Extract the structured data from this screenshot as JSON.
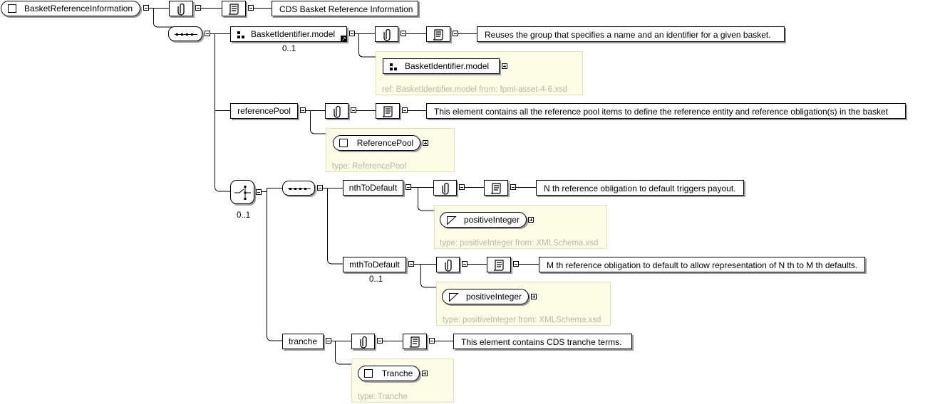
{
  "root": {
    "name": "BasketReferenceInformation",
    "doc": "CDS Basket Reference Information"
  },
  "basketIdentifier": {
    "name": "BasketIdentifier.model",
    "occurs": "0..1",
    "doc": "Reuses the group that specifies a name and an identifier for a given basket.",
    "group_ref": "BasketIdentifier.model",
    "ref_note": "ref: BasketIdentifier.model from: fpml-asset-4-6.xsd"
  },
  "referencePool": {
    "name": "referencePool",
    "doc": "This element contains all the reference pool items to define the reference entity and reference obligation(s) in the basket",
    "type_name": "ReferencePool",
    "type_note": "type: ReferencePool"
  },
  "choice": {
    "occurs": "0..1"
  },
  "nthToDefault": {
    "name": "nthToDefault",
    "doc": "N th reference obligation to default triggers payout.",
    "type_name": "positiveInteger",
    "type_note": "type: positiveInteger from: XMLSchema.xsd"
  },
  "mthToDefault": {
    "name": "mthToDefault",
    "occurs": "0..1",
    "doc": "M th reference obligation to default to allow representation of N th to M th defaults.",
    "type_name": "positiveInteger",
    "type_note": "type: positiveInteger from: XMLSchema.xsd"
  },
  "tranche": {
    "name": "tranche",
    "doc": "This element contains CDS tranche terms.",
    "type_name": "Tranche",
    "type_note": "type: Tranche"
  }
}
